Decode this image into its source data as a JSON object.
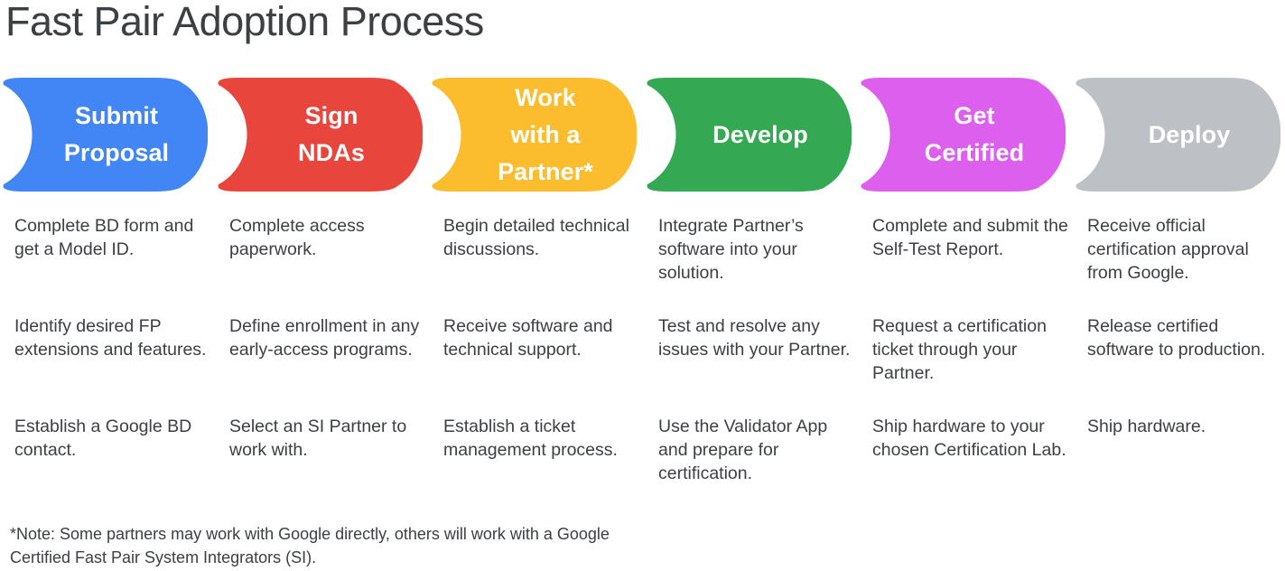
{
  "page": {
    "title": "Fast Pair Adoption Process",
    "background_color": "#ffffff",
    "text_color": "#3c4043"
  },
  "stages": [
    {
      "id": "submit-proposal",
      "label": "Submit\nProposal",
      "color": "#4285f4",
      "label_color": "#ffffff",
      "bullets": [
        "Complete BD form and get a Model ID.",
        "Identify desired FP extensions and features.",
        "Establish a Google BD contact."
      ]
    },
    {
      "id": "sign-ndas",
      "label": "Sign\nNDAs",
      "color": "#e8453c",
      "label_color": "#ffffff",
      "bullets": [
        "Complete access paperwork.",
        "Define enrollment in any early-access programs.",
        "Select an SI Partner to work with."
      ]
    },
    {
      "id": "work-with-a-partner",
      "label": "Work\nwith a\nPartner*",
      "color": "#fbbc2e",
      "label_color": "#ffffff",
      "bullets": [
        "Begin detailed technical discussions.",
        "Receive software and technical support.",
        "Establish a ticket management process."
      ]
    },
    {
      "id": "develop",
      "label": "Develop",
      "color": "#34a853",
      "label_color": "#ffffff",
      "bullets": [
        "Integrate Partner’s software into your solution.",
        "Test and resolve any issues with your Partner.",
        "Use the Validator App and prepare for certification."
      ]
    },
    {
      "id": "get-certified",
      "label": "Get\nCertified",
      "color": "#dd5fee",
      "label_color": "#ffffff",
      "bullets": [
        "Complete and submit the Self-Test Report.",
        "Request a certification ticket through your Partner.",
        "Ship hardware to your chosen Certification Lab."
      ]
    },
    {
      "id": "deploy",
      "label": "Deploy",
      "color": "#bdc1c6",
      "label_color": "#ffffff",
      "bullets": [
        "Receive official certification approval from Google.",
        "Release certified software to production.",
        "Ship hardware."
      ]
    }
  ],
  "footnote": "*Note: Some partners may work with Google directly, others will work with a Google Certified Fast Pair System Integrators (SI)."
}
